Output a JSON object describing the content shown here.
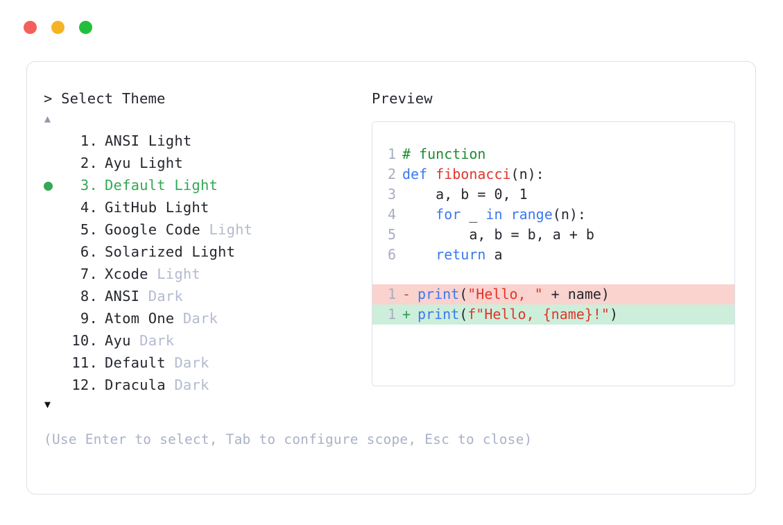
{
  "window": {
    "dots": [
      {
        "name": "close",
        "color": "#f4605b"
      },
      {
        "name": "minimize",
        "color": "#f5b324"
      },
      {
        "name": "maximize",
        "color": "#23bf3c"
      }
    ]
  },
  "left": {
    "prompt": "> Select Theme",
    "scroll_up": "▲",
    "scroll_down": "▼",
    "selected_index": 3,
    "selected_bullet": "●",
    "themes": [
      {
        "num": "1.",
        "name": "ANSI",
        "variant": "Light",
        "variant_dim": false,
        "selected": false
      },
      {
        "num": "2.",
        "name": "Ayu",
        "variant": "Light",
        "variant_dim": false,
        "selected": false
      },
      {
        "num": "3.",
        "name": "Default",
        "variant": "Light",
        "variant_dim": false,
        "selected": true
      },
      {
        "num": "4.",
        "name": "GitHub",
        "variant": "Light",
        "variant_dim": false,
        "selected": false
      },
      {
        "num": "5.",
        "name": "Google Code",
        "variant": "Light",
        "variant_dim": true,
        "selected": false
      },
      {
        "num": "6.",
        "name": "Solarized",
        "variant": "Light",
        "variant_dim": false,
        "selected": false
      },
      {
        "num": "7.",
        "name": "Xcode",
        "variant": "Light",
        "variant_dim": true,
        "selected": false
      },
      {
        "num": "8.",
        "name": "ANSI",
        "variant": "Dark",
        "variant_dim": true,
        "selected": false
      },
      {
        "num": "9.",
        "name": "Atom One",
        "variant": "Dark",
        "variant_dim": true,
        "selected": false
      },
      {
        "num": "10.",
        "name": "Ayu",
        "variant": "Dark",
        "variant_dim": true,
        "selected": false
      },
      {
        "num": "11.",
        "name": "Default",
        "variant": "Dark",
        "variant_dim": true,
        "selected": false
      },
      {
        "num": "12.",
        "name": "Dracula",
        "variant": "Dark",
        "variant_dim": true,
        "selected": false
      }
    ],
    "help": "(Use Enter to select, Tab to configure scope, Esc to close)"
  },
  "right": {
    "label": "Preview",
    "code_lines": [
      {
        "ln": "1",
        "tokens": [
          {
            "t": "# function",
            "c": "comment"
          }
        ]
      },
      {
        "ln": "2",
        "tokens": [
          {
            "t": "def ",
            "c": "keyword"
          },
          {
            "t": "fibonacci",
            "c": "func"
          },
          {
            "t": "(n):",
            "c": "plain"
          }
        ]
      },
      {
        "ln": "3",
        "tokens": [
          {
            "t": "    a, b = ",
            "c": "plain"
          },
          {
            "t": "0",
            "c": "num"
          },
          {
            "t": ", ",
            "c": "plain"
          },
          {
            "t": "1",
            "c": "num"
          }
        ]
      },
      {
        "ln": "4",
        "tokens": [
          {
            "t": "    ",
            "c": "plain"
          },
          {
            "t": "for",
            "c": "keyword"
          },
          {
            "t": " _ ",
            "c": "plain"
          },
          {
            "t": "in",
            "c": "keyword"
          },
          {
            "t": " ",
            "c": "plain"
          },
          {
            "t": "range",
            "c": "keyword"
          },
          {
            "t": "(n):",
            "c": "plain"
          }
        ]
      },
      {
        "ln": "5",
        "tokens": [
          {
            "t": "        a, b = b, a + b",
            "c": "plain"
          }
        ]
      },
      {
        "ln": "6",
        "tokens": [
          {
            "t": "    ",
            "c": "plain"
          },
          {
            "t": "return",
            "c": "keyword"
          },
          {
            "t": " a",
            "c": "plain"
          }
        ]
      }
    ],
    "diff_lines": [
      {
        "ln": "1",
        "sign": "-",
        "kind": "minus",
        "tokens": [
          {
            "t": "print",
            "c": "keyword"
          },
          {
            "t": "(",
            "c": "plain"
          },
          {
            "t": "\"Hello, \"",
            "c": "string"
          },
          {
            "t": " + name)",
            "c": "plain"
          }
        ]
      },
      {
        "ln": "1",
        "sign": "+",
        "kind": "plus",
        "tokens": [
          {
            "t": "print",
            "c": "keyword"
          },
          {
            "t": "(",
            "c": "plain"
          },
          {
            "t": "f\"Hello, {name}!\"",
            "c": "string"
          },
          {
            "t": ")",
            "c": "plain"
          }
        ]
      }
    ]
  },
  "colors": {
    "comment": "#1f8a32",
    "keyword": "#3b78f0",
    "function": "#e0352b",
    "string": "#e0352b",
    "plain": "#24272e",
    "line_number": "#a7aebf",
    "dim_variant": "#b3bbcf",
    "selected": "#34a853",
    "diff_minus_bg": "#fad2ce",
    "diff_plus_bg": "#cdeeda",
    "help_text": "#aab2c6",
    "border": "#dcdfe8"
  }
}
